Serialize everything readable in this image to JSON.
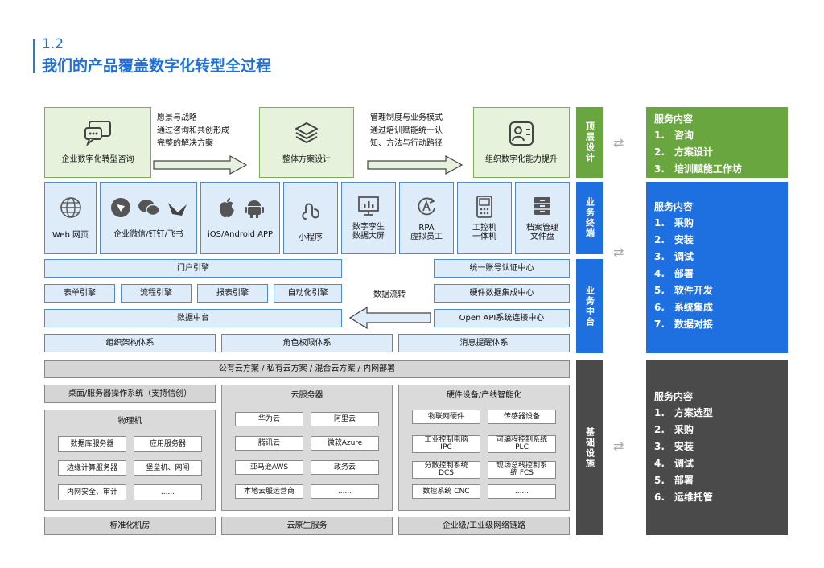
{
  "header": {
    "number": "1.2",
    "title": "我们的产品覆盖数字化转型全过程"
  },
  "top_row": {
    "consult": "企业数字化转型咨询",
    "design": "整体方案设计",
    "improve": "组织数字化能力提升",
    "arrow1_text": [
      "愿景与战略",
      "通过咨询和共创形成",
      "完整的解决方案"
    ],
    "arrow2_text": [
      "管理制度与业务模式",
      "通过培训赋能统一认",
      "知、方法与行动路径"
    ]
  },
  "terminals": [
    {
      "label": "Web 网页",
      "icon": "globe-icon"
    },
    {
      "label": "企业微信/钉钉/飞书",
      "icon": "messenger-icons"
    },
    {
      "label": "iOS/Android APP",
      "icon": "apple-android-icon"
    },
    {
      "label": "小程序",
      "icon": "mini-program-icon"
    },
    {
      "label": "数字孪生\n数据大屏",
      "icon": "dashboard-icon"
    },
    {
      "label": "RPA\n虚拟员工",
      "icon": "rpa-icon"
    },
    {
      "label": "工控机\n一体机",
      "icon": "industrial-pc-icon"
    },
    {
      "label": "档案管理\n文件盘",
      "icon": "archive-icon"
    }
  ],
  "middle": {
    "portal": "门户引擎",
    "sso": "统一账号认证中心",
    "engines": [
      "表单引擎",
      "流程引擎",
      "报表引擎",
      "自动化引擎"
    ],
    "hardware_integration": "硬件数据集成中心",
    "data_flow": "数据流转",
    "data_center": "数据中台",
    "open_api": "Open API系统连接中心",
    "org": "组织架构体系",
    "role": "角色权限体系",
    "message": "消息提醒体系"
  },
  "infra": {
    "cloud_bar": "公有云方案 / 私有云方案 / 混合云方案 / 内网部署",
    "os": "桌面/服务器操作系统（支持信创）",
    "physical": {
      "title": "物理机",
      "items": [
        "数据库服务器",
        "应用服务器",
        "边缘计算服务器",
        "堡垒机、网闸",
        "内网安全、审计",
        "......"
      ]
    },
    "cloud_server": {
      "title": "云服务器",
      "items": [
        "华为云",
        "阿里云",
        "腾讯云",
        "微软Azure",
        "亚马逊AWS",
        "政务云",
        "本地云服运营商",
        "......"
      ]
    },
    "hardware": {
      "title": "硬件设备/产线智能化",
      "items": [
        "物联网硬件",
        "传感器设备",
        "工业控制电脑\nIPC",
        "可编程控制系统\nPLC",
        "分散控制系统\nDCS",
        "现场总线控制系\n统 FCS",
        "数控系统 CNC",
        "......"
      ]
    },
    "bottom": [
      "标准化机房",
      "云原生服务",
      "企业级/工业级网络链路"
    ]
  },
  "layers": [
    {
      "label": "顶层设计",
      "color": "#6aa640"
    },
    {
      "label": "业务终端",
      "color": "#1e6fe0"
    },
    {
      "label": "业务中台",
      "color": "#1e6fe0"
    },
    {
      "label": "基础设施",
      "color": "#4a4a4a"
    }
  ],
  "services": [
    {
      "title": "服务内容",
      "items": [
        "1.",
        "咨询",
        "2.",
        "方案设计",
        "3.",
        "培训赋能工作坊"
      ],
      "color": "#6aa640"
    },
    {
      "title": "服务内容",
      "items": [
        "1.",
        "采购",
        "2.",
        "安装",
        "3.",
        "调试",
        "4.",
        "部署",
        "5.",
        "软件开发",
        "6.",
        "系统集成",
        "7.",
        "数据对接"
      ],
      "color": "#1e6fe0"
    },
    {
      "title": "服务内容",
      "items": [
        "1.",
        "方案选型",
        "2.",
        "采购",
        "3.",
        "安装",
        "4.",
        "调试",
        "5.",
        "部署",
        "6.",
        "运维托管"
      ],
      "color": "#4a4a4a"
    }
  ]
}
